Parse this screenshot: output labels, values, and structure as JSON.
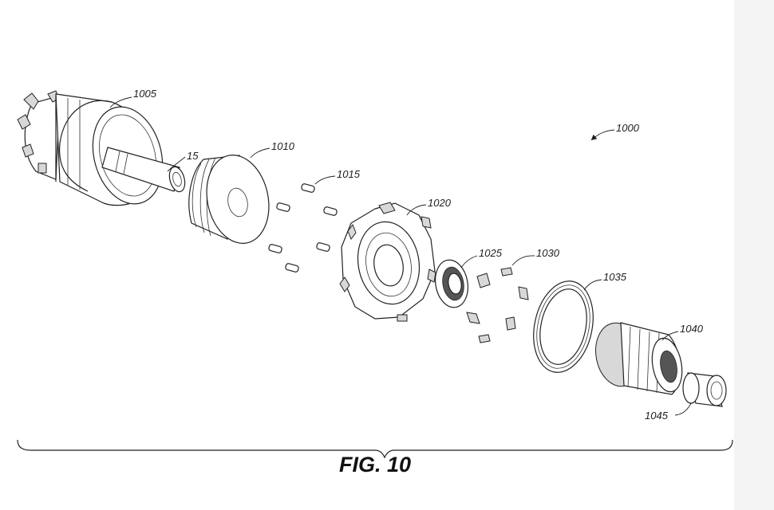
{
  "figure": {
    "caption": "FIG. 10",
    "assembly_ref": "1000"
  },
  "reference_numerals": [
    {
      "id": "1005",
      "part": "hub-shell"
    },
    {
      "id": "15",
      "part": "axle"
    },
    {
      "id": "1010",
      "part": "ring-disc"
    },
    {
      "id": "1015",
      "part": "pins"
    },
    {
      "id": "1020",
      "part": "ratchet-housing"
    },
    {
      "id": "1025",
      "part": "bearing"
    },
    {
      "id": "1030",
      "part": "pawls"
    },
    {
      "id": "1035",
      "part": "seal-ring"
    },
    {
      "id": "1040",
      "part": "freehub-body"
    },
    {
      "id": "1045",
      "part": "end-cap"
    }
  ]
}
